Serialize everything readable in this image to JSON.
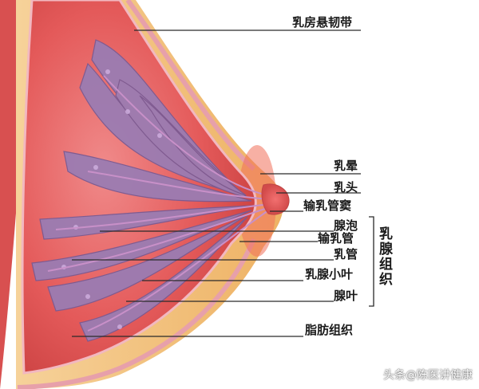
{
  "labels": {
    "ligament": "乳房悬韧带",
    "areola": "乳晕",
    "nipple": "乳头",
    "sinus": "输乳管窦",
    "alveolus": "腺泡",
    "lactiferous_duct": "输乳管",
    "milk_duct": "乳管",
    "lobule": "乳腺小叶",
    "lobe": "腺叶",
    "fat": "脂肪组织"
  },
  "group": {
    "title": "乳腺组织"
  },
  "watermark": "头条@陈医讲健康",
  "colors": {
    "fat": "#f4c27a",
    "skin_edge": "#e8a8b0",
    "tissue": "#e85a5a",
    "gland": "#9a7ab0",
    "nipple": "#e86060",
    "line": "#333333"
  }
}
